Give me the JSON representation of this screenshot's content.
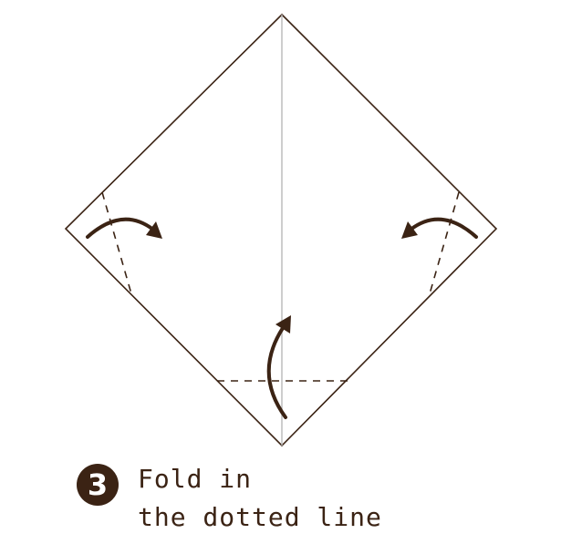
{
  "step": {
    "number": "3",
    "caption_line1": "Fold in",
    "caption_line2": "the dotted line"
  },
  "colors": {
    "paper_outline": "#3b2314",
    "center_crease": "#b8b8b8",
    "arrow": "#3b2314",
    "fold_line": "#3b2314",
    "badge": "#3b2314"
  },
  "icons": {
    "left_arrow": "curved-arrow-right-icon",
    "right_arrow": "curved-arrow-left-icon",
    "bottom_arrow": "curved-arrow-up-icon"
  }
}
